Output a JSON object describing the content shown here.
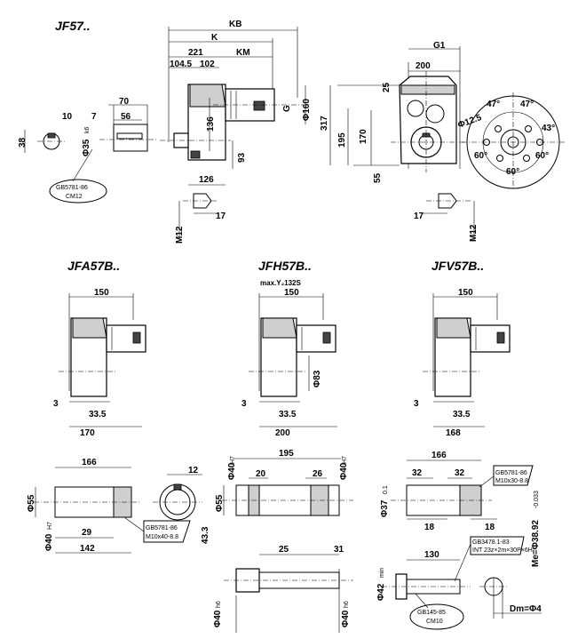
{
  "titles": {
    "jf": "JF57..",
    "jfa": "JFA57B..",
    "jfh": "JFH57B..",
    "jfh_note": "max.Y₂132S",
    "jfv": "JFV57B.."
  },
  "jf": {
    "KB": "KB",
    "K": "K",
    "d221": "221",
    "KM": "KM",
    "d104_5": "104.5",
    "d102": "102",
    "d136": "136",
    "G": "G",
    "d160": "Φ160",
    "d93": "93",
    "d126": "126",
    "G1": "G1",
    "d200": "200",
    "d317": "317",
    "d195": "195",
    "d25": "25",
    "d170": "170",
    "d55": "55",
    "d12_5": "Φ12.5",
    "a47l": "47°",
    "a47r": "47°",
    "a43": "43°",
    "a60l": "60°",
    "a60b": "60°",
    "a60r": "60°",
    "M12a": "M12",
    "d17a": "17",
    "M12b": "M12",
    "d17b": "17",
    "d70": "70",
    "d10": "10",
    "d7": "7",
    "d56": "56",
    "d38": "38",
    "d35": "Φ35",
    "d35_tol": "k6",
    "key_std": "GB5781-86",
    "key_bolt": "CM12"
  },
  "jfa": {
    "d150": "150",
    "d3": "3",
    "d33_5": "33.5",
    "d170": "170",
    "d166": "166",
    "d12": "12",
    "d55": "Φ55",
    "d40": "Φ40",
    "d40_tol": "H7",
    "d29": "29",
    "d142": "142",
    "d43_3": "43.3",
    "std": "GB5781-86",
    "bolt": "M10x40-8.8"
  },
  "jfh": {
    "d150": "150",
    "d83": "Φ83",
    "d3": "3",
    "d33_5": "33.5",
    "d200": "200",
    "d195": "195",
    "d40a": "Φ40",
    "d40a_tol": "H7",
    "d40b": "Φ40",
    "d40b_tol": "H7",
    "d20": "20",
    "d26": "26",
    "d55": "Φ55",
    "d25": "25",
    "d31": "31",
    "d40c": "Φ40",
    "d40c_tol": "h6",
    "d40d": "Φ40",
    "d40d_tol": "h6"
  },
  "jfv": {
    "d150": "150",
    "d3": "3",
    "d33_5": "33.5",
    "d168": "168",
    "d166": "166",
    "d32a": "32",
    "d32b": "32",
    "d37": "Φ37",
    "d37_tol": "0.1",
    "d18a": "18",
    "d18b": "18",
    "std": "GB5781-86",
    "bolt": "M10x30-8.8",
    "d130": "130",
    "d42": "Φ42",
    "d42_tol": "min",
    "spline_std": "GB3478.1-83",
    "spline_spec": "INT 23z×2m×30P×6H",
    "din": "GB145-85",
    "cm10": "CM10",
    "Me": "Me=Φ38.92",
    "Me_tol": "-0.033",
    "Dm": "Dm=Φ4"
  }
}
